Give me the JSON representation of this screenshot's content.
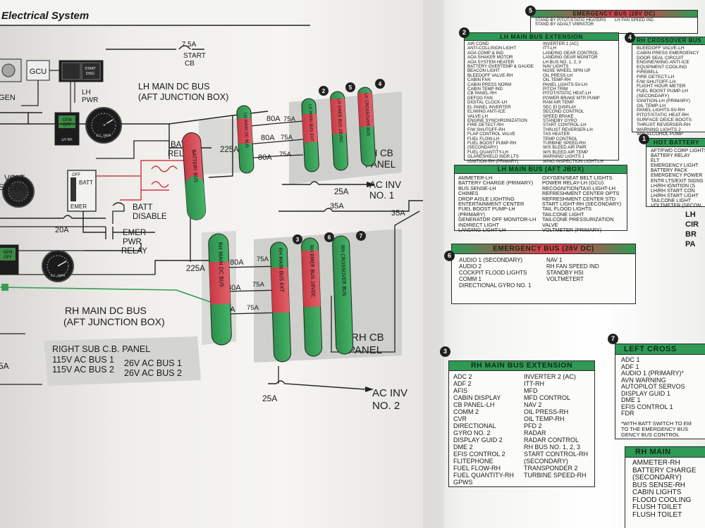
{
  "title": "Electrical System",
  "diagram": {
    "gcu": "GCU",
    "start_cb_amp": "7.5A",
    "start_cb": "START",
    "start_cb2": "CB",
    "start_disg": "START",
    "start_disg2": "DISG",
    "gen_top": "GEN",
    "lh_pwr1": "LH",
    "lh_pwr2": "PWR",
    "gen_off": "GEN",
    "gen_off2": "OFF",
    "lh_rh": "LH    RH",
    "lh_bus": "LH MAIN DC BUS",
    "lh_bus2": "(AFT JUNCTION BOX)",
    "batt_relay1": "BATT",
    "batt_relay2": "RELAY",
    "volt_select1": "VOLT",
    "volt_select2": "SELECT",
    "batt_sw": "BATT",
    "off_sw": "OFF",
    "emer_sw": "EMER",
    "batt_disable1": "BATT",
    "batt_disable2": "DISABLE",
    "emer_relay1": "EMER",
    "emer_relay2": "PWR",
    "emer_relay3": "RELAY",
    "amp_20": "20A",
    "amp_225_top": "225A",
    "amp_225_bot": "225A",
    "amp_80": "80A",
    "amp_75": "75A",
    "amp_25": "25A",
    "amp_35": "35A",
    "lh_cb1": "LH CB",
    "lh_cb2": "PANEL",
    "rh_cb1": "RH CB",
    "rh_cb2": "PANEL",
    "ac_inv1_a": "AC INV",
    "ac_inv1_b": "NO. 1",
    "ac_inv2_a": "AC INV",
    "ac_inv2_b": "NO. 2",
    "rh_bus": "RH MAIN DC BUS",
    "rh_bus2": "(AFT JUNCTION BOX)",
    "gen_off_b": "GEN",
    "gen_off_b2": "OFF",
    "gauge_label": "D.C. AMPS",
    "right_sub": "RIGHT SUB C.B. PANEL",
    "ac1": "115V AC BUS 1",
    "ac2": "115V AC BUS 2",
    "ac3": "26V AC BUS 1",
    "ac4": "26V AC BUS 2",
    "edge_5a": "5A",
    "bars": {
      "batt": "BATTERY BUS",
      "lh_main": "LH MAIN DC BUS",
      "lh_main_ext": "LH MAIN BUS EXT",
      "lh_emer": "LH EMER BUS 28VDC",
      "lh_cross": "LH CROSSOVER BUS",
      "rh_main": "RH MAIN DC BUS",
      "rh_main_ext": "RH MAIN BUS EXT",
      "rh_emer": "RH EMER BUS 28VDC",
      "rh_cross": "RH CROSSOVER BUS"
    },
    "badges": {
      "b2": "2",
      "b5": "5",
      "b4": "4",
      "b3": "3",
      "b6": "6",
      "b7": "7"
    }
  },
  "panels": {
    "emer_top": {
      "num": "5",
      "title": "EMERGENCY BUS (28V DC)",
      "items_left": [
        "STAND BY PITOT/STATIC HEATERS",
        "STAND BY AD/ALT VIBRATOR"
      ],
      "items_right": [
        "LH FAN SPEED IND"
      ]
    },
    "lh_ext": {
      "num": "2",
      "title": "LH MAIN BUS EXTENSION",
      "col1": [
        "AIR COND",
        "ANTI-COLLISION LIGHT",
        "AOA COMP & IND",
        "AOA SHAKER MOTOR",
        "AOA SYSTEM HEATER",
        "BATTERY OVERTEMP & GAUGE",
        "BEACON LIGHT",
        "BLEEDOFF VALVE-RH",
        "CABIN FAN",
        "CABIN PRESS NORM",
        "CABIN TEMP IND",
        "CB PANEL-RH",
        "DEFOG FAN",
        "DIGITAL CLOCK-LH",
        "EL PANEL INVERTER",
        "EL/WING ANTI-ICE",
        "VALVE-LH",
        "ENGINE SYNCHRONIZATION",
        "FIRE DETECT-RH",
        "F/W SHUTOFF-RH",
        "FLAP CONTROL VALVE",
        "FUEL FLOW-LH",
        "FUEL BOOST PUMP-RH",
        "(SECONDARY)",
        "FUEL QUANTITY-LH",
        "GLARESHIELD INDR LTS",
        "IGNITION-RH (PRIMARY)"
      ],
      "col2": [
        "INVERTER 1 (AC)",
        "ITT-LH",
        "LANDING GEAR CONTROL",
        "LANDING GEAR MONITOR",
        "LH BUS NO. 1, 2, 3",
        "NAV LIGHTS",
        "NOSE WHEEL SPIN UP",
        "OIL PRESS-LH",
        "OIL TEMP-RH",
        "PANEL LIGHTS-5V-LH",
        "PITCH TRIM",
        "PITOT/STATIC HEAT-LH",
        "POWER BRAKE MTR PUMP",
        "RAM AIR TEMP",
        "SEC EI DISPLAY",
        "SECOND CONTROL",
        "SPEED BRAKE",
        "STANDBY GYRO",
        "START CONTROL-LH",
        "THRUST REVERSER-LH",
        "TAS HEATER",
        "TEMP CONTROL",
        "TURBINE SPEED-RH",
        "W/S BLEED AIR PWR",
        "W/S BLEED AIR TEMP",
        "WARNING LIGHTS 1",
        "WING INSPECTION LIGHT-LH"
      ]
    },
    "lh_jbox": {
      "title": "LH MAIN BUS (AFT JBOX)",
      "col1": [
        "AMMETER-LH",
        "BATTERY CHARGE (PRIMARY)",
        "BUS SENSE-LH",
        "CHIMES",
        "DROP AISLE LIGHTING",
        "ENTERTAINMENT CENTER",
        "FUEL BOOST PUMP-LH",
        "(PRIMARY)",
        "GENERATOR OFF MONITOR-LH",
        "INDIRECT LIGHT",
        "LANDING LIGHT-LH"
      ],
      "col2": [
        "OXYGEN/SEAT BELT LIGHTS",
        "POWER RELAY-LH (GCU)",
        "RECOGNITION/TAXI LIGHT-LH",
        "REFRESHMENT CENTER OPTS",
        "REFRESHMENT CENTER STD",
        "START LIGHT-RH (SECONDARY)",
        "TAIL FLOOD LIGHTS",
        "TAILCONE LIGHT",
        "TAILCONE PRESSURIZATION",
        "VALVE",
        "VOLTMETER (PRIMARY)"
      ]
    },
    "crossover_top": {
      "num": "4",
      "title": "RH CROSSOVER BUS",
      "items": [
        "BLEEDOFF VALVE-LH",
        "CABIN PRESS EMERGENCY",
        "DOOR SEAL CIRCUIT",
        "ENGINE/WING ANTI-ICE",
        "EQUIPMENT COOLING",
        "FIREBELL",
        "FIRE DETECT-LH",
        "F/W SHUTOFF-LH",
        "FLIGHT HOUR METER",
        "FUEL BOOST PUMP-LH",
        "(SECONDARY)",
        "IGNITION-LH (PRIMARY)",
        "OIL TEMP-LH",
        "PANEL LIGHTS-5V-RH",
        "PITOT/STATIC HEAT-RH",
        "SURFACE DEICE BOOTS",
        "THRUST REVERSER-RH",
        "WARNING LIGHTS 2",
        "W/S ALCOHOL PUMP"
      ]
    },
    "hot_battery": {
      "num": "1",
      "title": "HOT BATTERY",
      "items": [
        "AFT/FWD CORP LIGHTS",
        "BATTERY RELAY",
        "ELT",
        "EMERGENCY LIGHT",
        "BATTERY PACK",
        "EMERGENCY POWER",
        "ENTR LTS/EXIT SIGNS",
        "LH/RH IGNITION (S",
        "LH/RH START CON",
        "LH/RH START LIGHT",
        "TAILCONE LIGHT",
        "VOLTMETER (SECON"
      ]
    },
    "edge_text": [
      "LH",
      "CIR",
      "BR",
      "PA"
    ],
    "emer_bus6": {
      "num": "6",
      "title": "EMERGENCY BUS (28V DC)",
      "col1": [
        "AUDIO 1 (SECONDARY)",
        "AUDIO 2",
        "COCKPIT FLOOD LIGHTS",
        "COMM 1",
        "DIRECTIONAL GYRO NO. 1"
      ],
      "col2": [
        "NAV 1",
        "RH FAN SPEED IND",
        "STANDBY HSI",
        "VOLTMETERT"
      ]
    },
    "rh_ext": {
      "num": "3",
      "title": "RH MAIN BUS EXTENSION",
      "col1": [
        "ADC 2",
        "ADF 2",
        "AFIS",
        "CABIN DISPLAY",
        "CB PANEL-LH",
        "COMM 2",
        "CVR",
        "DIRECTIONAL",
        "GYRO NO. 2",
        "DISPLAY GUID 2",
        "DME 2",
        "EFIS CONTROL 2",
        "FLITEPHONE",
        "FUEL FLOW-RH",
        "FUEL QUANTITY-RH",
        "GPWS"
      ],
      "col2": [
        "INVERTER 2 (AC)",
        "ITT-RH",
        "MFD",
        "MFD CONTROL",
        "NAV 2",
        "OIL PRESS-RH",
        "OIL TEMP-RH",
        "PFD 2",
        "RADAR",
        "RADAR CONTROL",
        "RH BUS NO. 1, 2, 3",
        "START CONTROL-RH",
        "(SECONDARY)",
        "TRANSPONDER 2",
        "TURBINE SPEED-RH"
      ]
    },
    "left_cross": {
      "num": "7",
      "title": "LEFT CROSS",
      "items": [
        "ADC 1",
        "ADF 1",
        "AUDIO 1 (PRIMARY)*",
        "AVN WARNING",
        "AUTOPILOT SERVOS",
        "DISPLAY GUID 1",
        "DME 1",
        "EFIS CONTROL 1",
        "FDR"
      ],
      "note": [
        "*WITH BATT SWITCH TO EM",
        "TO THE EMERGENCY BUS",
        "GENCY BUS CONTROL"
      ]
    },
    "rh_bottom": {
      "title": "RH MAIN",
      "items": [
        "AMMETER-RH",
        "BATTERY CHARGE",
        "(SECONDARY)",
        "BUS SENSE-RH",
        "CABIN LIGHTS",
        "FLOOD COOLING",
        "FLUSH TOILET",
        "FLUSH TOILET"
      ]
    }
  }
}
